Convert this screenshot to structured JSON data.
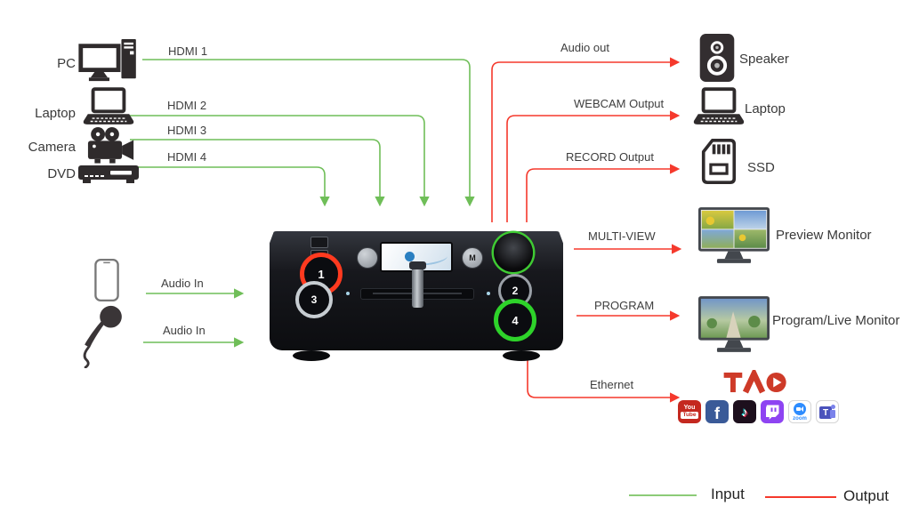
{
  "sources": [
    {
      "label": "PC"
    },
    {
      "label": "Laptop"
    },
    {
      "label": "Camera"
    },
    {
      "label": "DVD"
    }
  ],
  "input_connections": [
    {
      "label": "HDMI 1"
    },
    {
      "label": "HDMI 2"
    },
    {
      "label": "HDMI 3"
    },
    {
      "label": "HDMI 4"
    },
    {
      "label": "Audio In"
    },
    {
      "label": "Audio In"
    }
  ],
  "output_connections": [
    {
      "label": "Audio out"
    },
    {
      "label": "WEBCAM Output"
    },
    {
      "label": "RECORD Output"
    },
    {
      "label": "MULTI-VIEW"
    },
    {
      "label": "PROGRAM"
    },
    {
      "label": "Ethernet"
    }
  ],
  "destinations": [
    {
      "label": "Speaker"
    },
    {
      "label": "Laptop"
    },
    {
      "label": "SSD"
    },
    {
      "label": "Preview Monitor"
    },
    {
      "label": "Program/Live Monitor"
    }
  ],
  "switcher": {
    "button_1": "1",
    "button_2": "2",
    "button_3": "3",
    "button_4": "4",
    "menu_button": "M"
  },
  "brand": {
    "name": "TAO"
  },
  "streaming_icons": {
    "youtube_top": "You",
    "youtube_bottom": "Tube",
    "facebook_glyph": "f",
    "tiktok_glyph": "♪",
    "zoom_label": "zoom",
    "teams_glyph": "T"
  },
  "legend": {
    "input_label": "Input",
    "output_label": "Output"
  },
  "colors": {
    "input_line": "#6fbe58",
    "output_line": "#f5392c",
    "brand_red": "#ce3a28"
  }
}
